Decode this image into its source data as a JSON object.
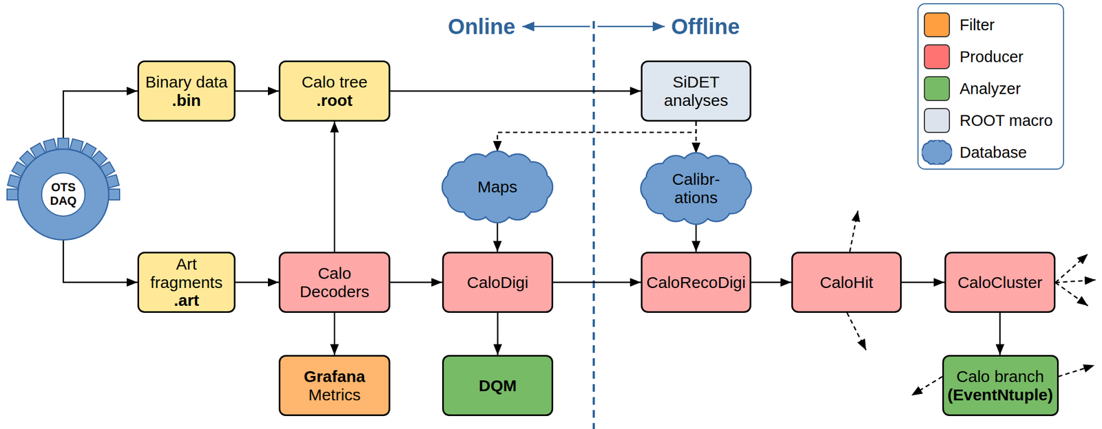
{
  "diagram": {
    "nodes": [
      {
        "text": [
          "OTS DAQ"
        ]
      },
      {
        "text": [
          "Binary data",
          ".bin"
        ]
      },
      {
        "text": [
          "Calo tree",
          ".root"
        ]
      },
      {
        "text": [
          "SiDET analyses"
        ]
      },
      {
        "text": [
          "Maps"
        ]
      },
      {
        "text": [
          "Calibr- ations"
        ]
      },
      {
        "text": [
          "Art fragments",
          ".art"
        ]
      },
      {
        "text": [
          "Calo Decoders"
        ]
      },
      {
        "text": [
          "CaloDigi"
        ]
      },
      {
        "text": [
          "CaloRecoDigi"
        ]
      },
      {
        "text": [
          "CaloHit"
        ]
      },
      {
        "text": [
          "CaloCluster"
        ]
      },
      {
        "text": [
          "Grafana",
          "Metrics"
        ]
      },
      {
        "text": [
          "DQM"
        ]
      },
      {
        "text": [
          "Calo branch",
          "(EventNtuple)"
        ]
      }
    ],
    "edges": [
      {
        "from": 0,
        "to": 1,
        "arrow": "to"
      },
      {
        "from": 0,
        "to": 6,
        "arrow": "to"
      },
      {
        "from": 1,
        "to": 2,
        "arrow": "to"
      },
      {
        "from": 2,
        "to": 3,
        "arrow": "to"
      },
      {
        "from": 3,
        "to": 4,
        "arrow": "to"
      },
      {
        "from": 3,
        "to": 5,
        "arrow": "to"
      },
      {
        "from": 6,
        "to": 7,
        "arrow": "to"
      },
      {
        "from": 7,
        "to": 2,
        "arrow": "to"
      },
      {
        "from": 7,
        "to": 8,
        "arrow": "to"
      },
      {
        "from": 7,
        "to": 12,
        "arrow": "to"
      },
      {
        "from": 4,
        "to": 8,
        "arrow": "to"
      },
      {
        "from": 8,
        "to": 13,
        "arrow": "to"
      },
      {
        "from": 8,
        "to": 9,
        "arrow": "to"
      },
      {
        "from": 5,
        "to": 9,
        "arrow": "to"
      },
      {
        "from": 9,
        "to": 10,
        "arrow": "to"
      },
      {
        "from": 10,
        "to": 11,
        "arrow": "to"
      },
      {
        "from": 11,
        "to": 14,
        "arrow": "to"
      }
    ],
    "labels": [
      "Online",
      "Offline"
    ],
    "legend": [
      {
        "text": "Filter",
        "color": "#FF9F40"
      },
      {
        "text": "Producer",
        "color": "#FF7373"
      },
      {
        "text": "Analyzer",
        "color": "#77BB66"
      },
      {
        "text": "ROOT macro",
        "color": "#DCE3EC"
      },
      {
        "text": "Database"
      }
    ]
  }
}
